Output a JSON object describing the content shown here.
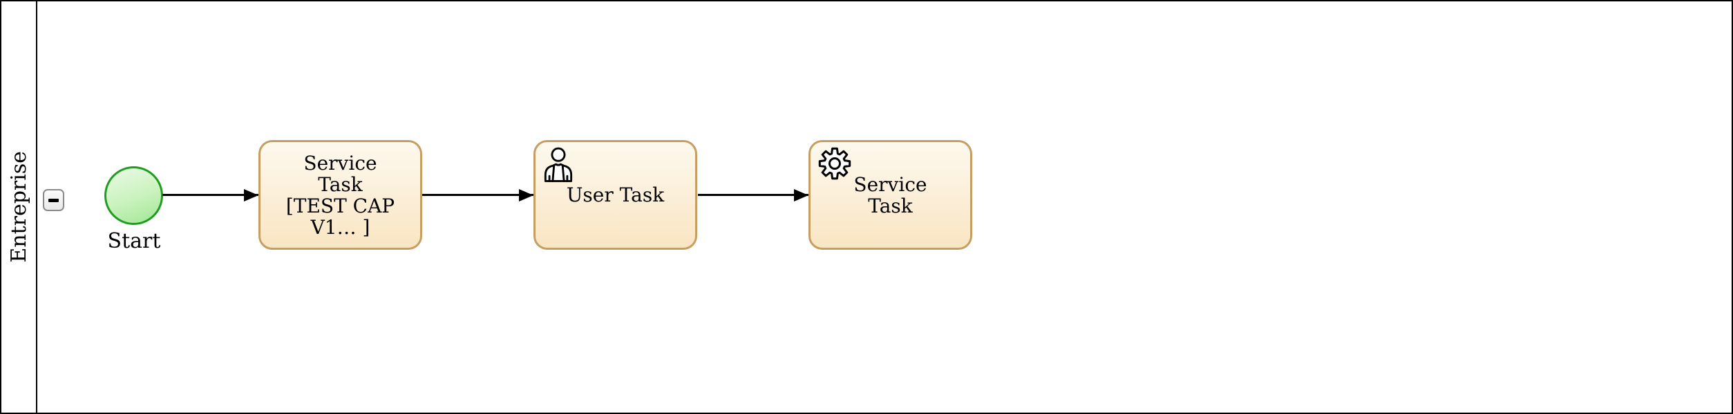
{
  "diagram": {
    "lane": {
      "name": "Entreprise",
      "collapse_icon": "minus"
    },
    "nodes": [
      {
        "id": "start",
        "kind": "start-event",
        "label": "Start"
      },
      {
        "id": "task1",
        "kind": "service-task",
        "label": "Service Task [TEST CAP V1… ]",
        "lines": [
          "Service",
          "Task",
          "[TEST CAP",
          "V1… ]"
        ],
        "icon": "none"
      },
      {
        "id": "task2",
        "kind": "user-task",
        "label": "User Task",
        "lines": [
          "User Task"
        ],
        "icon": "user-icon"
      },
      {
        "id": "task3",
        "kind": "service-task",
        "label": "Service Task",
        "lines": [
          "Service",
          "Task"
        ],
        "icon": "gear-icon"
      }
    ],
    "flows": [
      {
        "from": "start",
        "to": "task1"
      },
      {
        "from": "task1",
        "to": "task2"
      },
      {
        "from": "task2",
        "to": "task3"
      }
    ],
    "colors": {
      "task_border": "#c79e62",
      "task_fill_top": "#fdf9ee",
      "task_fill_bottom": "#f9e5c2",
      "start_border": "#1f9d1f",
      "start_fill_top": "#eafae6",
      "start_fill_bottom": "#a0e794",
      "line": "#000000",
      "lane_background": "#ffffff"
    }
  }
}
